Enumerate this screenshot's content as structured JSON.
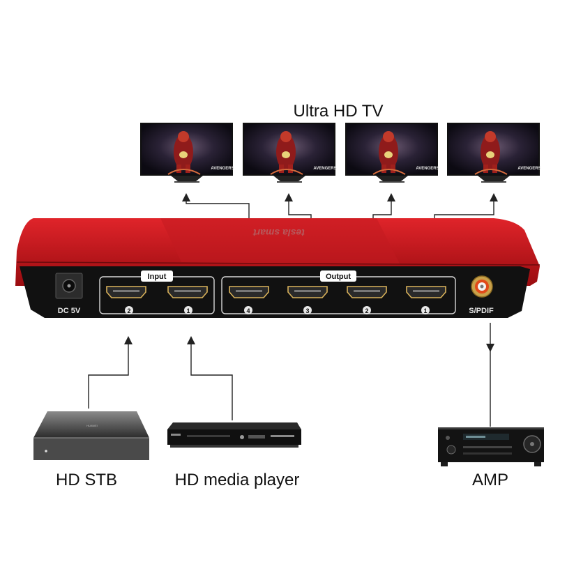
{
  "heading": "Ultra HD TV",
  "tv_screen_text": "AVENGERS",
  "device": {
    "brand_mark": "tesla smart",
    "power_label": "DC 5V",
    "input_group_label": "Input",
    "output_group_label": "Output",
    "input_numbers": [
      "2",
      "1"
    ],
    "output_numbers": [
      "4",
      "3",
      "2",
      "1"
    ],
    "spdif_label": "S/PDIF"
  },
  "sources": {
    "stb_label": "HD STB",
    "stb_brand": "HUAWEI",
    "player_label": "HD media player",
    "amp_label": "AMP"
  },
  "colors": {
    "device_red": "#c8141b",
    "device_panel": "#111111",
    "hdmi_port": "#2a2a2a",
    "port_outline": "#d9b25a",
    "line": "#222222"
  }
}
